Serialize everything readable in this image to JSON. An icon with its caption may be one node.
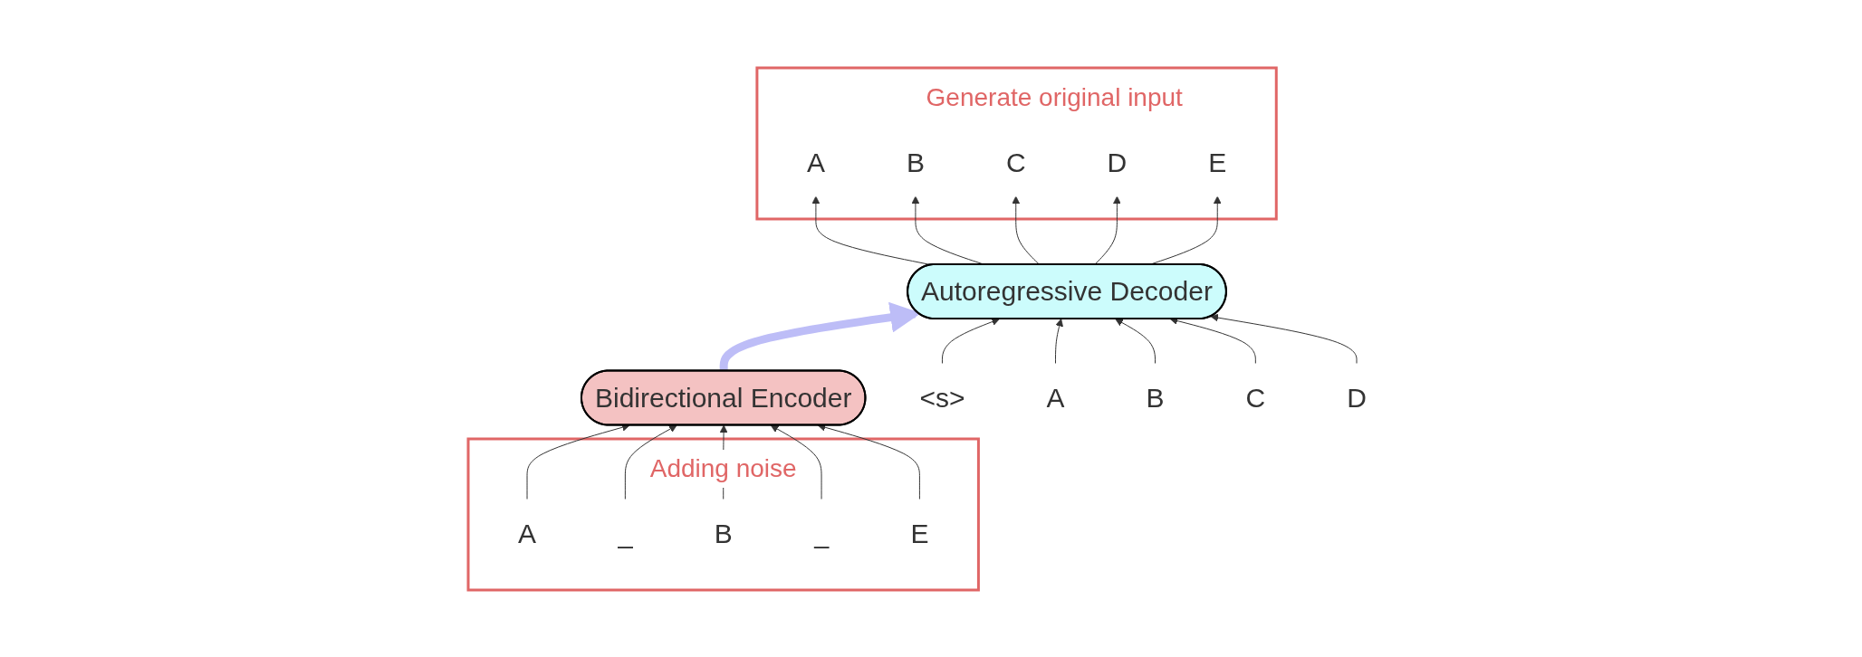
{
  "diagram": {
    "nodes": [
      {
        "text": [
          "Generate original input"
        ]
      },
      {
        "text": [
          "A"
        ],
        "in": 0
      },
      {
        "text": [
          "B"
        ],
        "in": 0
      },
      {
        "text": [
          "C"
        ],
        "in": 0
      },
      {
        "text": [
          "D"
        ],
        "in": 0
      },
      {
        "text": [
          "E"
        ],
        "in": 0
      },
      {
        "text": [
          "Bidirectional Encoder"
        ]
      },
      {
        "text": [
          "Autoregressive Decoder"
        ]
      },
      {
        "text": [
          "Adding noise"
        ]
      },
      {
        "text": [
          "A"
        ],
        "in": 8
      },
      {
        "text": [
          "_"
        ],
        "in": 8
      },
      {
        "text": [
          "B"
        ],
        "in": 8
      },
      {
        "text": [
          "_"
        ],
        "in": 8
      },
      {
        "text": [
          "E"
        ],
        "in": 8
      },
      {
        "text": [
          "<s>"
        ]
      },
      {
        "text": [
          "A"
        ]
      },
      {
        "text": [
          "B"
        ]
      },
      {
        "text": [
          "C"
        ]
      },
      {
        "text": [
          "D"
        ]
      }
    ],
    "edges": [
      {
        "from": 9,
        "to": 6,
        "arrow": "to"
      },
      {
        "from": 10,
        "to": 6,
        "arrow": "to"
      },
      {
        "from": 11,
        "to": 6,
        "arrow": "to"
      },
      {
        "from": 12,
        "to": 6,
        "arrow": "to"
      },
      {
        "from": 13,
        "to": 6,
        "arrow": "to"
      },
      {
        "from": 6,
        "to": 7,
        "arrow": "to",
        "style": "thick",
        "color": "#bdbdf7"
      },
      {
        "from": 14,
        "to": 7,
        "arrow": "to"
      },
      {
        "from": 15,
        "to": 7,
        "arrow": "to"
      },
      {
        "from": 16,
        "to": 7,
        "arrow": "to"
      },
      {
        "from": 17,
        "to": 7,
        "arrow": "to"
      },
      {
        "from": 18,
        "to": 7,
        "arrow": "to"
      },
      {
        "from": 7,
        "to": 1,
        "arrow": "to"
      },
      {
        "from": 7,
        "to": 2,
        "arrow": "to"
      },
      {
        "from": 7,
        "to": 3,
        "arrow": "to"
      },
      {
        "from": 7,
        "to": 4,
        "arrow": "to"
      },
      {
        "from": 7,
        "to": 5,
        "arrow": "to"
      }
    ]
  }
}
